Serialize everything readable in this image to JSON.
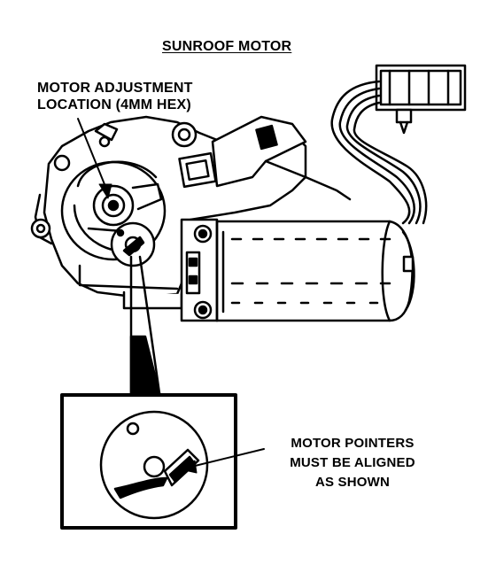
{
  "title": "SUNROOF MOTOR",
  "callouts": {
    "adjustment_line1": "MOTOR ADJUSTMENT",
    "adjustment_line2": "LOCATION (4MM HEX)",
    "pointers_line1": "MOTOR POINTERS",
    "pointers_line2": "MUST BE ALIGNED",
    "pointers_line3": "AS SHOWN"
  },
  "colors": {
    "ink": "#000000",
    "paper": "#ffffff"
  }
}
